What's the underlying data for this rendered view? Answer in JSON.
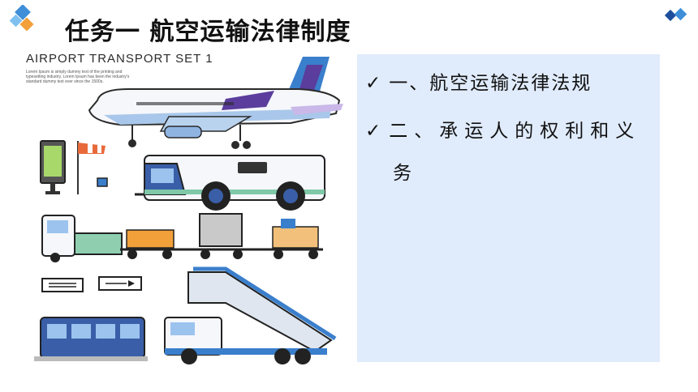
{
  "title": "任务一  航空运输法律制度",
  "illustration": {
    "heading": "AIRPORT TRANSPORT SET 1",
    "small_text": "Lorem Ipsum is simply dummy text of the printing and typesetting industry. Lorem Ipsum has been the industry's standard dummy text ever since the 1500s."
  },
  "panel": {
    "items": [
      {
        "check": "✓",
        "text": "一、航空运输法律法规"
      },
      {
        "check": "✓",
        "text": "二、承运人的权利和义",
        "continuation": "务"
      }
    ]
  },
  "colors": {
    "accent": "#3e8fd8",
    "panel_bg": "#e0ebfb",
    "logo_orange": "#f2a03a"
  }
}
